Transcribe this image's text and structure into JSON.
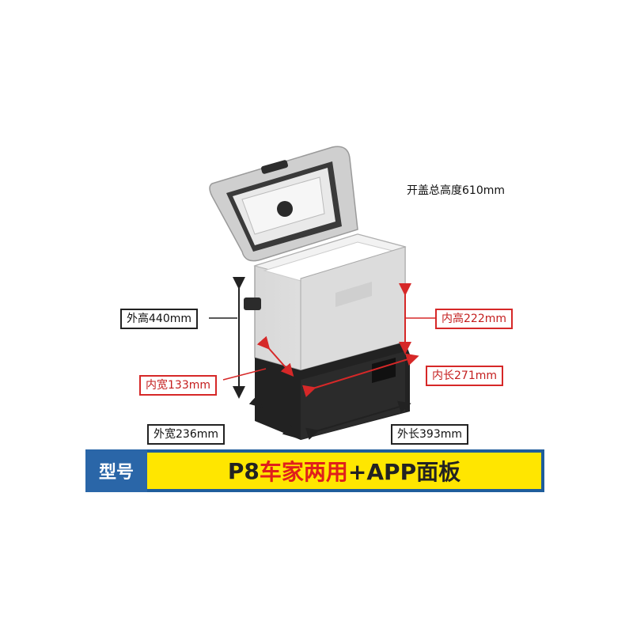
{
  "labels": {
    "lid_open_height": "开盖总高度610mm",
    "outer_height": "外高440mm",
    "inner_height": "内高222mm",
    "inner_width": "内宽133mm",
    "inner_length": "内长271mm",
    "outer_width": "外宽236mm",
    "outer_length": "外长393mm"
  },
  "model": {
    "tag": "型号",
    "name_prefix": "P8",
    "name_highlight": "车家两用",
    "name_suffix": "+APP面板"
  },
  "colors": {
    "accent_red": "#d62828",
    "model_bar_blue": "#1f5d9c",
    "model_box_yellow": "#ffe600"
  }
}
